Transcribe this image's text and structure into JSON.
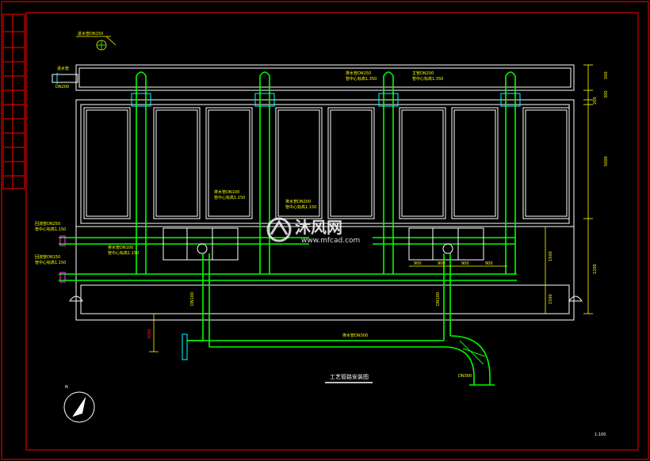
{
  "drawing": {
    "title": "工艺管路安装图",
    "scale_note": "1:100",
    "north_label": "N",
    "watermark": {
      "brand": "沐风网",
      "url": "www.mfcad.com"
    }
  },
  "labels": {
    "top_left_pipe": "进水管DN150",
    "left_pipe_upper": "DN200",
    "left_pipe_top": "进水管",
    "pipe_a": "排水管DN150",
    "pipe_a2": "管中心标高1.350",
    "pipe_b": "主管DN200",
    "pipe_b2": "管中心标高1.350",
    "mid_a": "排水管DN100",
    "mid_a2": "管中心标高1.150",
    "mid_b": "排水管DN200",
    "mid_b2": "管中心标高1.150",
    "left_side_a": "回流管DN250",
    "left_side_a2": "管中心标高1.150",
    "left_side_b": "回流管DN150",
    "left_side_b2": "管中心标高1.150",
    "lower_a": "排水管DN100",
    "lower_a2": "管中心标高1.150",
    "vert_left": "DN100",
    "vert_right": "DN100",
    "bottom_pipe": "排水管DN300",
    "bottom_right": "DN300",
    "right_dim_top": "500",
    "right_dim_2": "300",
    "right_dim_3": "200",
    "right_dim_main": "5000",
    "right_dim_low1": "1200",
    "right_dim_low2": "1500",
    "right_dim_low3": "1500",
    "left_dim": "2000",
    "bottom_dims": [
      "900",
      "900",
      "900",
      "900"
    ]
  }
}
